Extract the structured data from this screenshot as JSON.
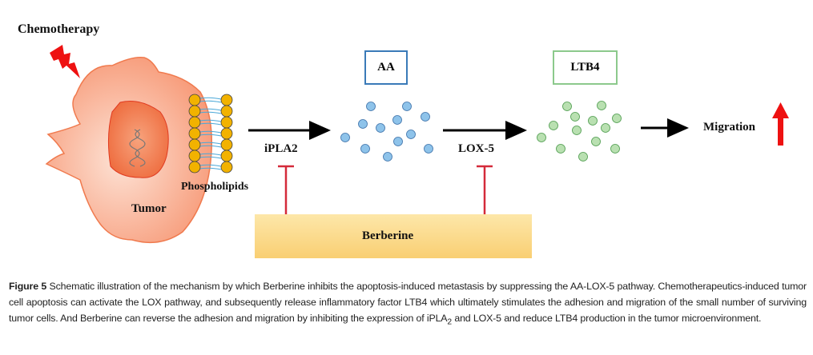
{
  "diagram": {
    "labels": {
      "chemotherapy": "Chemotherapy",
      "phospholipids": "Phospholipids",
      "tumor": "Tumor",
      "ipla2": "iPLA2",
      "aa": "AA",
      "lox5": "LOX-5",
      "ltb4": "LTB4",
      "migration": "Migration",
      "berberine": "Berberine"
    },
    "colors": {
      "aa_border": "#3a7ab8",
      "aa_dot": "#8ec3ea",
      "ltb4_border": "#8cc98c",
      "ltb4_dot": "#b9e0b1",
      "inhibit": "#d42a3a",
      "up_arrow": "#ee1111",
      "lipid_head": "#f2b200",
      "cell": "#f9a385"
    }
  },
  "caption": {
    "figure_label": "Figure 5",
    "text_1": " Schematic illustration of the mechanism by which Berberine inhibits the apoptosis-induced metastasis by suppressing the AA-LOX-5 pathway. Chemotherapeutics-induced tumor cell apoptosis can activate the LOX pathway, and subsequently release inflammatory factor LTB4 which ultimately stimulates the adhesion and migration of the small number of surviving tumor cells. And Berberine can reverse the adhesion and migration by inhibiting the expression of iPLA",
    "subscript": "2",
    "text_2": " and LOX-5 and reduce LTB4 production in the tumor microenvironment."
  }
}
